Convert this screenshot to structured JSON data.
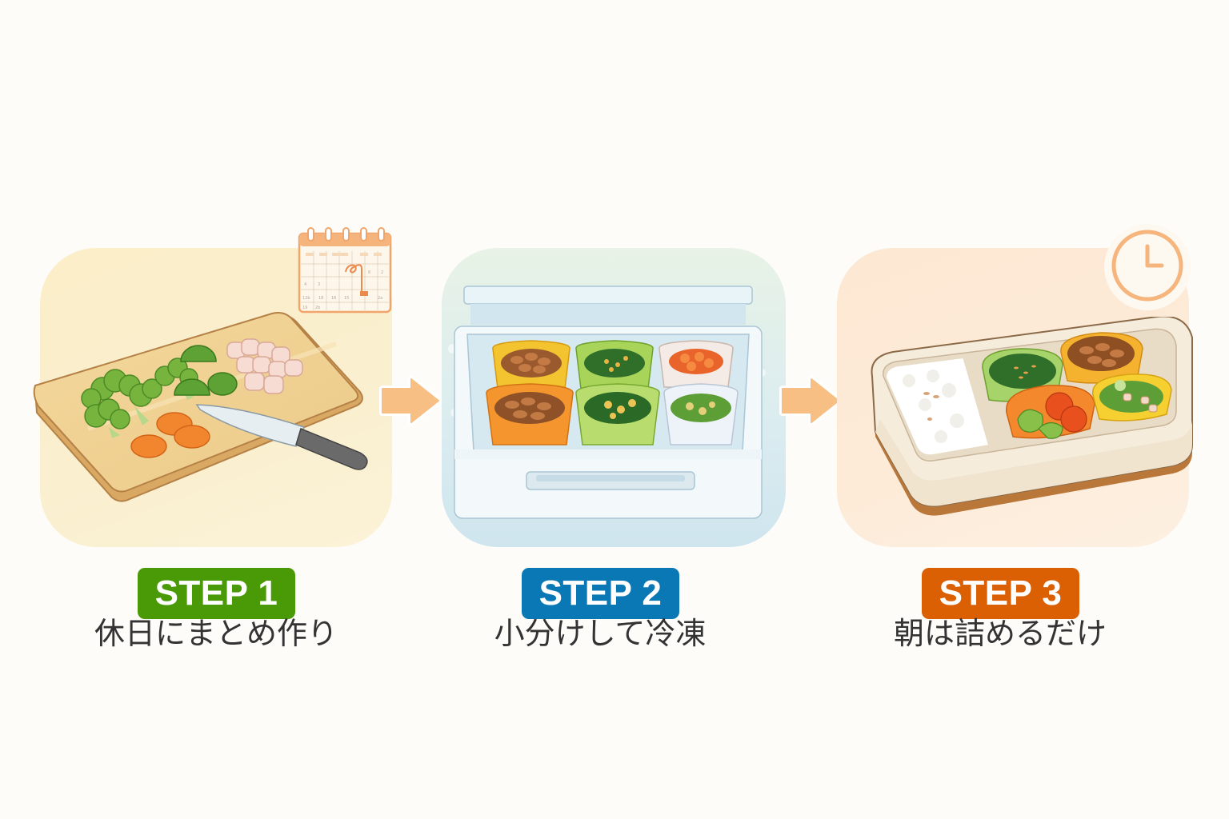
{
  "steps": [
    {
      "badge": "STEP 1",
      "badge_color": "#4a9a08",
      "caption": "休日にまとめ作り",
      "panel_color": "#faefcf",
      "illustration": "cutting-board-with-vegetables",
      "accent_icon": "calendar-icon"
    },
    {
      "badge": "STEP 2",
      "badge_color": "#0a78b5",
      "caption": "小分けして冷凍",
      "panel_color": "#dcedf0",
      "illustration": "freezer-drawer-with-portions",
      "accent_icon": "snowflake-sparkles"
    },
    {
      "badge": "STEP 3",
      "badge_color": "#db6004",
      "caption": "朝は詰めるだけ",
      "panel_color": "#fdebd8",
      "illustration": "bento-box",
      "accent_icon": "clock-icon"
    }
  ],
  "arrows": {
    "color": "#f8bf84",
    "icon": "arrow-right-icon"
  },
  "colors": {
    "background": "#fdfcf9",
    "caption_text": "#333333",
    "accent_orange": "#f2a868"
  }
}
